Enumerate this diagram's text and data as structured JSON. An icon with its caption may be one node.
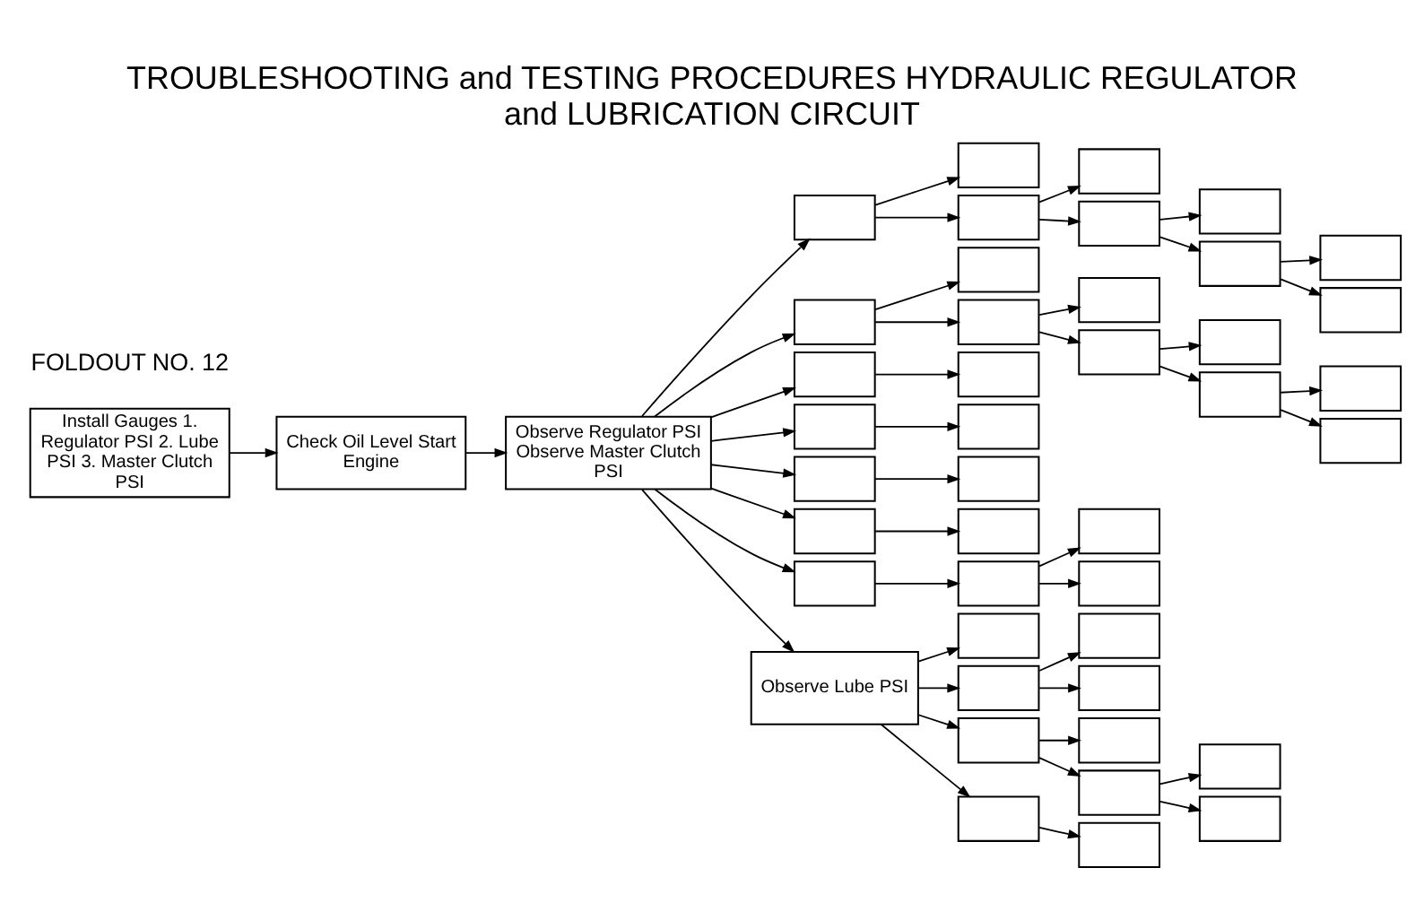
{
  "diagram": {
    "title": "TROUBLESHOOTING and TESTING PROCEDURES HYDRAULIC REGULATOR and LUBRICATION CIRCUIT",
    "nodes": [
      {
        "text": [
          "Install Gauges 1. Regulator PSI 2. Lube PSI 3. Master Clutch PSI"
        ]
      },
      {
        "text": [
          "Check Oil Level Start Engine"
        ]
      },
      {
        "text": [
          "Observe Regulator PSI Observe Master Clutch PSI"
        ]
      },
      {
        "text": [],
        "shape": "box"
      },
      {
        "text": [],
        "shape": "box"
      },
      {
        "text": [],
        "shape": "box"
      },
      {
        "text": [],
        "shape": "box"
      },
      {
        "text": [],
        "shape": "box"
      },
      {
        "text": [],
        "shape": "box"
      },
      {
        "text": [],
        "shape": "box"
      },
      {
        "text": [],
        "shape": "box"
      },
      {
        "text": [],
        "shape": "box"
      },
      {
        "text": [],
        "shape": "box"
      },
      {
        "text": [],
        "shape": "box"
      },
      {
        "text": [],
        "shape": "box"
      },
      {
        "text": [],
        "shape": "box"
      },
      {
        "text": [],
        "shape": "box"
      },
      {
        "text": [],
        "shape": "box"
      },
      {
        "text": [],
        "shape": "box"
      },
      {
        "text": [],
        "shape": "box"
      },
      {
        "text": [],
        "shape": "box"
      },
      {
        "text": [],
        "shape": "box"
      },
      {
        "text": [],
        "shape": "box"
      },
      {
        "text": [],
        "shape": "box"
      },
      {
        "text": [],
        "shape": "box"
      },
      {
        "text": [],
        "shape": "box"
      },
      {
        "text": [],
        "shape": "box"
      },
      {
        "text": [],
        "shape": "box"
      },
      {
        "text": [],
        "shape": "box"
      },
      {
        "text": [],
        "shape": "box"
      },
      {
        "text": [],
        "shape": "box"
      },
      {
        "text": [],
        "shape": "box"
      },
      {
        "text": [],
        "shape": "box"
      },
      {
        "text": [
          "Observe Lube PSI"
        ]
      },
      {
        "text": [],
        "shape": "box"
      },
      {
        "text": [],
        "shape": "box"
      },
      {
        "text": [],
        "shape": "box"
      },
      {
        "text": [],
        "shape": "box"
      },
      {
        "text": [],
        "shape": "box"
      },
      {
        "text": [],
        "shape": "box"
      },
      {
        "text": [],
        "shape": "box"
      },
      {
        "text": [],
        "shape": "box"
      },
      {
        "text": [],
        "shape": "box"
      },
      {
        "text": [],
        "shape": "box"
      },
      {
        "text": [],
        "shape": "box"
      }
    ],
    "edges": [
      {
        "from": 0,
        "to": 1,
        "arrow": "to"
      },
      {
        "from": 1,
        "to": 2,
        "arrow": "to"
      },
      {
        "from": 2,
        "to": 3,
        "arrow": "to"
      },
      {
        "from": 3,
        "to": 4,
        "arrow": "to"
      },
      {
        "from": 3,
        "to": 5,
        "arrow": "to"
      },
      {
        "from": 5,
        "to": 6,
        "arrow": "to"
      },
      {
        "from": 5,
        "to": 7,
        "arrow": "to"
      },
      {
        "from": 7,
        "to": 8,
        "arrow": "to"
      },
      {
        "from": 7,
        "to": 9,
        "arrow": "to"
      },
      {
        "from": 9,
        "to": 10,
        "arrow": "to"
      },
      {
        "from": 9,
        "to": 11,
        "arrow": "to"
      },
      {
        "from": 2,
        "to": 12,
        "arrow": "to"
      },
      {
        "from": 12,
        "to": 13,
        "arrow": "to"
      },
      {
        "from": 12,
        "to": 14,
        "arrow": "to"
      },
      {
        "from": 14,
        "to": 15,
        "arrow": "to"
      },
      {
        "from": 14,
        "to": 16,
        "arrow": "to"
      },
      {
        "from": 16,
        "to": 17,
        "arrow": "to"
      },
      {
        "from": 16,
        "to": 18,
        "arrow": "to"
      },
      {
        "from": 18,
        "to": 19,
        "arrow": "to"
      },
      {
        "from": 18,
        "to": 20,
        "arrow": "to"
      },
      {
        "from": 2,
        "to": 21,
        "arrow": "to"
      },
      {
        "from": 21,
        "to": 22,
        "arrow": "to"
      },
      {
        "from": 2,
        "to": 23,
        "arrow": "to"
      },
      {
        "from": 23,
        "to": 24,
        "arrow": "to"
      },
      {
        "from": 2,
        "to": 25,
        "arrow": "to"
      },
      {
        "from": 25,
        "to": 26,
        "arrow": "to"
      },
      {
        "from": 2,
        "to": 27,
        "arrow": "to"
      },
      {
        "from": 27,
        "to": 28,
        "arrow": "to"
      },
      {
        "from": 2,
        "to": 29,
        "arrow": "to"
      },
      {
        "from": 29,
        "to": 30,
        "arrow": "to"
      },
      {
        "from": 30,
        "to": 31,
        "arrow": "to"
      },
      {
        "from": 30,
        "to": 32,
        "arrow": "to"
      },
      {
        "from": 2,
        "to": 33,
        "arrow": "to"
      },
      {
        "from": 33,
        "to": 34,
        "arrow": "to"
      },
      {
        "from": 33,
        "to": 35,
        "arrow": "to"
      },
      {
        "from": 35,
        "to": 36,
        "arrow": "to"
      },
      {
        "from": 35,
        "to": 37,
        "arrow": "to"
      },
      {
        "from": 33,
        "to": 38,
        "arrow": "to"
      },
      {
        "from": 38,
        "to": 39,
        "arrow": "to"
      },
      {
        "from": 38,
        "to": 40,
        "arrow": "to"
      },
      {
        "from": 40,
        "to": 41,
        "arrow": "to"
      },
      {
        "from": 40,
        "to": 42,
        "arrow": "to"
      },
      {
        "from": 33,
        "to": 43,
        "arrow": "to"
      },
      {
        "from": 43,
        "to": 44,
        "arrow": "to"
      }
    ],
    "labels": [
      "FOLDOUT NO. 12"
    ]
  }
}
